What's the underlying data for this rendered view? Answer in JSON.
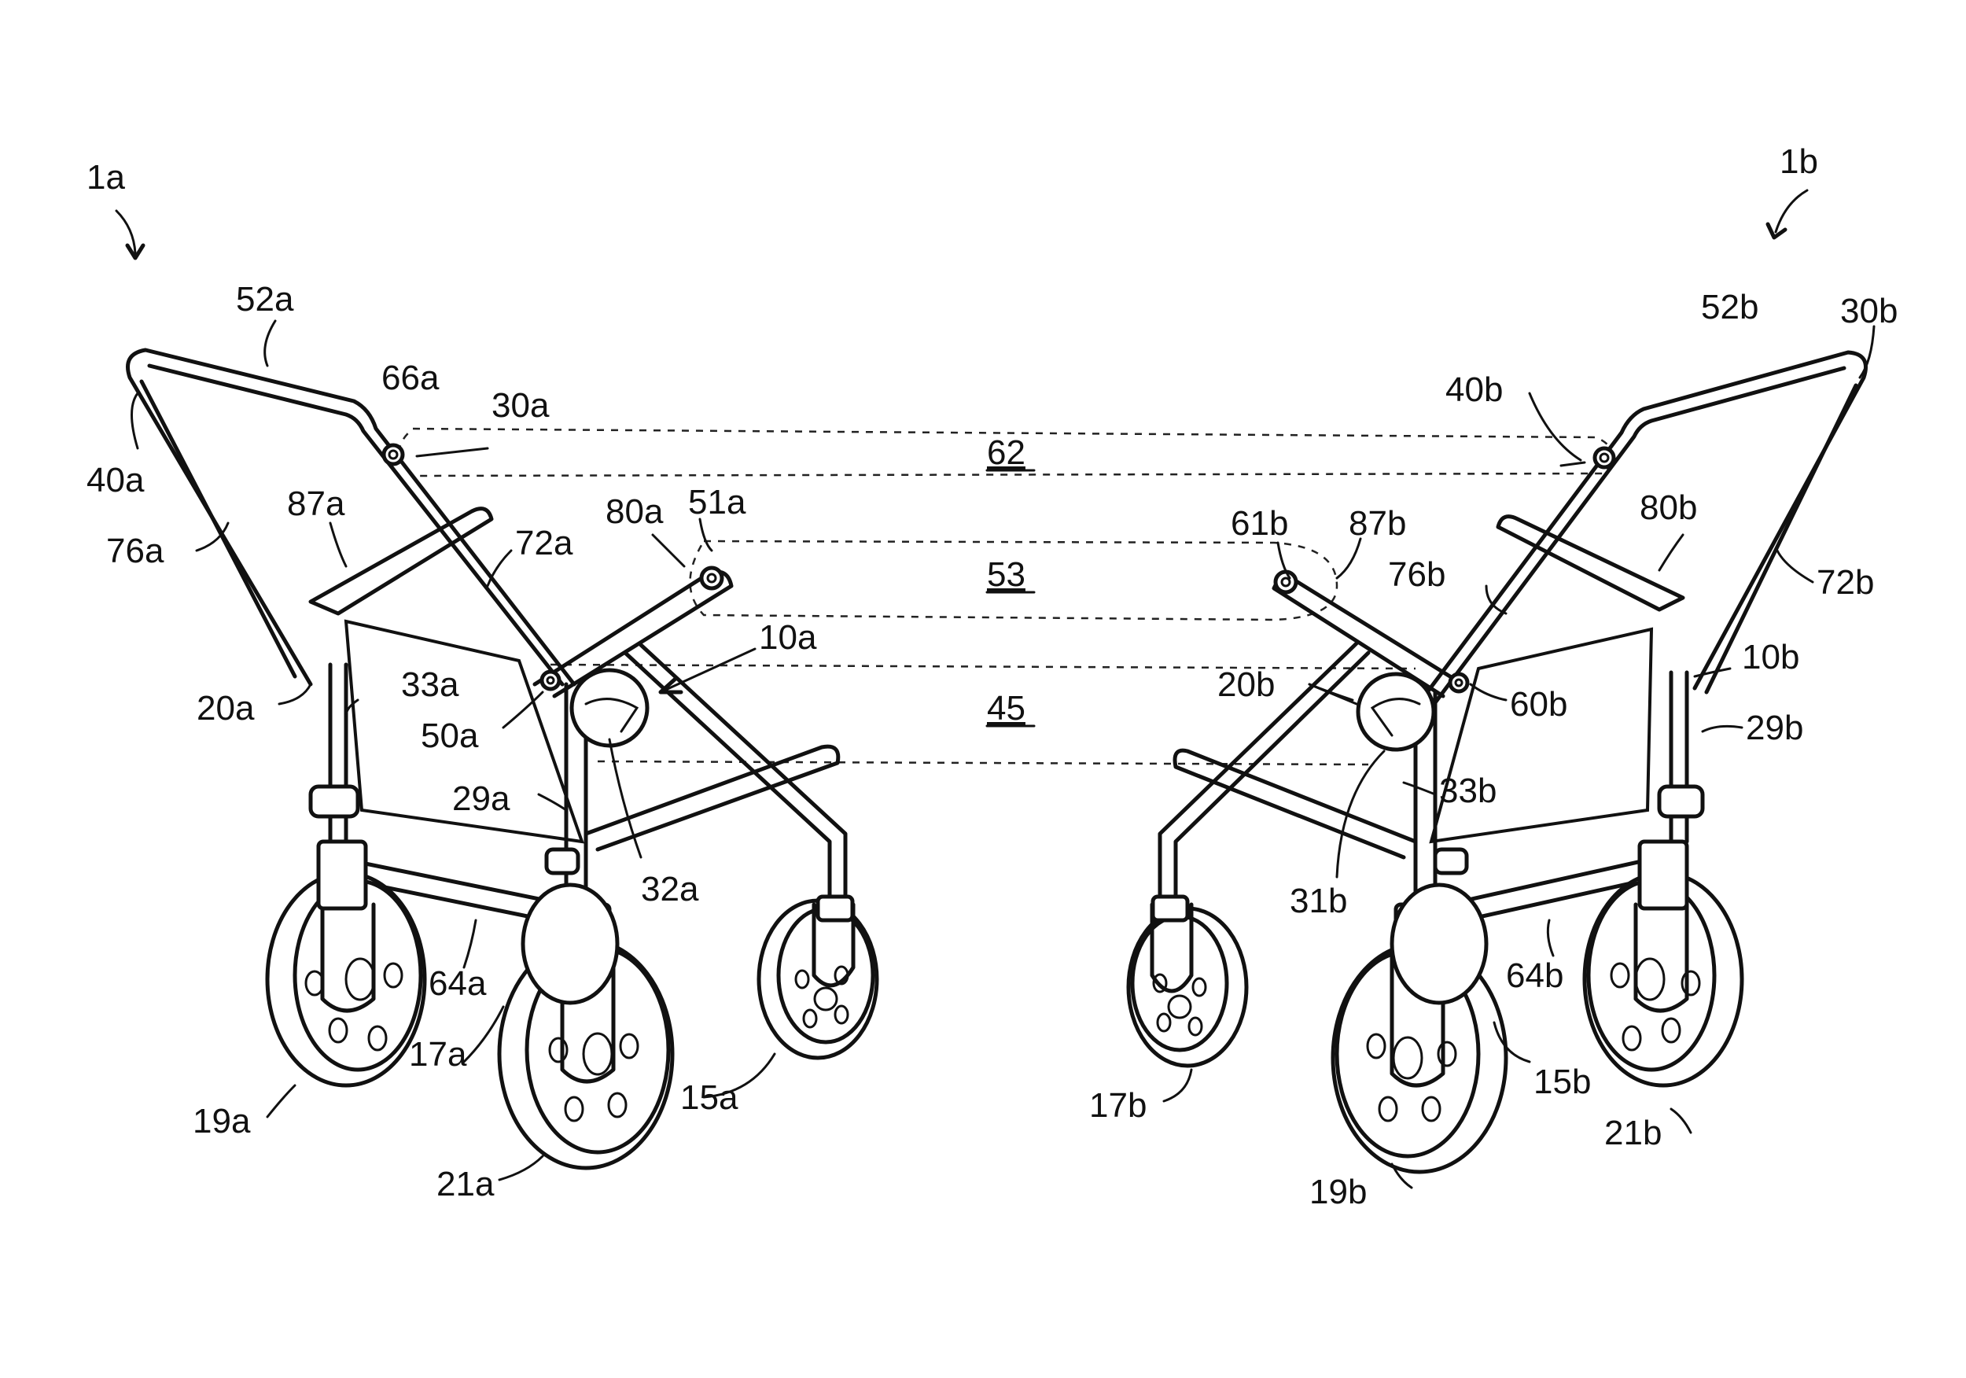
{
  "figure": {
    "left": {
      "ref": "1a",
      "labels": [
        "52a",
        "66a",
        "30a",
        "40a",
        "87a",
        "72a",
        "80a",
        "51a",
        "76a",
        "10a",
        "20a",
        "33a",
        "50a",
        "29a",
        "32a",
        "64a",
        "17a",
        "15a",
        "19a",
        "21a"
      ]
    },
    "right": {
      "ref": "1b",
      "labels": [
        "52b",
        "30b",
        "40b",
        "61b",
        "87b",
        "80b",
        "76b",
        "72b",
        "10b",
        "20b",
        "60b",
        "29b",
        "33b",
        "31b",
        "64b",
        "17b",
        "15b",
        "21b",
        "19b"
      ]
    },
    "regions": [
      "62",
      "53",
      "45"
    ]
  }
}
